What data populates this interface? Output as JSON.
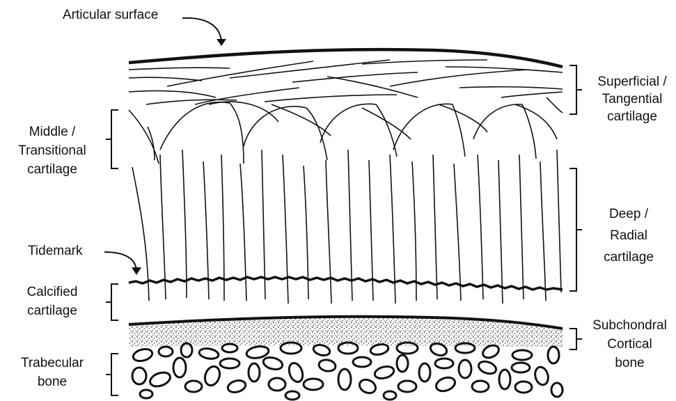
{
  "labels": {
    "articular_surface": "Articular surface",
    "superficial_l1": "Superficial /",
    "superficial_l2": "Tangential",
    "superficial_l3": "cartilage",
    "middle_l1": "Middle /",
    "middle_l2": "Transitional",
    "middle_l3": "cartilage",
    "deep_l1": "Deep /",
    "deep_l2": "Radial",
    "deep_l3": "cartilage",
    "tidemark": "Tidemark",
    "calcified_l1": "Calcified",
    "calcified_l2": "cartilage",
    "subchondral_l1": "Subchondral",
    "subchondral_l2": "Cortical",
    "subchondral_l3": "bone",
    "trabecular_l1": "Trabecular",
    "trabecular_l2": "bone"
  },
  "colors": {
    "ink": "#111111",
    "background": "#ffffff"
  }
}
